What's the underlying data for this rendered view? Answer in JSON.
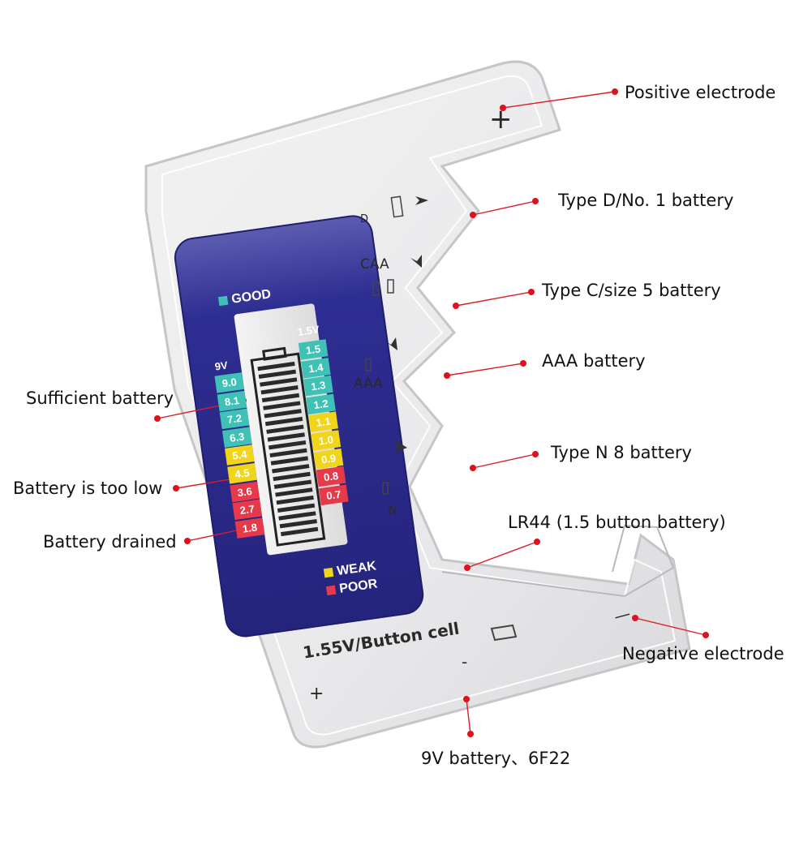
{
  "colors": {
    "good": "#3fc1b6",
    "weak": "#f1d51b",
    "poor": "#e63a4a",
    "panel": "#2b2a8c",
    "pointer_dot": "#e0101c",
    "pointer_line": "#d81e25"
  },
  "callouts": {
    "positive_electrode": "Positive electrode",
    "type_d": "Type D/No. 1 battery",
    "type_c": "Type C/size 5 battery",
    "aaa": "AAA battery",
    "type_n": "Type N 8 battery",
    "lr44": "LR44 (1.5 button battery)",
    "negative_electrode": "Negative electrode",
    "nine_v": "9V battery、6F22",
    "sufficient": "Sufficient battery",
    "too_low": "Battery is too low",
    "drained": "Battery drained"
  },
  "device": {
    "label_button_cell": "1.55V/Button cell",
    "slot_d": "D",
    "slot_caa": "CAA",
    "slot_aaa": "AAA",
    "slot_n": "N",
    "plus_top": "+",
    "plus_bottom": "+",
    "minus_small": "-",
    "minus_right": "—"
  },
  "display": {
    "good_label": "GOOD",
    "weak_label": "WEAK",
    "poor_label": "POOR",
    "header_9v": "9V",
    "header_15v": "1.5V",
    "left_scale": [
      {
        "value": "9.0",
        "level": "good"
      },
      {
        "value": "8.1",
        "level": "good"
      },
      {
        "value": "7.2",
        "level": "good"
      },
      {
        "value": "6.3",
        "level": "good"
      },
      {
        "value": "5.4",
        "level": "weak"
      },
      {
        "value": "4.5",
        "level": "weak"
      },
      {
        "value": "3.6",
        "level": "poor"
      },
      {
        "value": "2.7",
        "level": "poor"
      },
      {
        "value": "1.8",
        "level": "poor"
      }
    ],
    "right_scale": [
      {
        "value": "1.5",
        "level": "good"
      },
      {
        "value": "1.4",
        "level": "good"
      },
      {
        "value": "1.3",
        "level": "good"
      },
      {
        "value": "1.2",
        "level": "good"
      },
      {
        "value": "1.1",
        "level": "weak"
      },
      {
        "value": "1.0",
        "level": "weak"
      },
      {
        "value": "0.9",
        "level": "weak"
      },
      {
        "value": "0.8",
        "level": "poor"
      },
      {
        "value": "0.7",
        "level": "poor"
      }
    ]
  }
}
